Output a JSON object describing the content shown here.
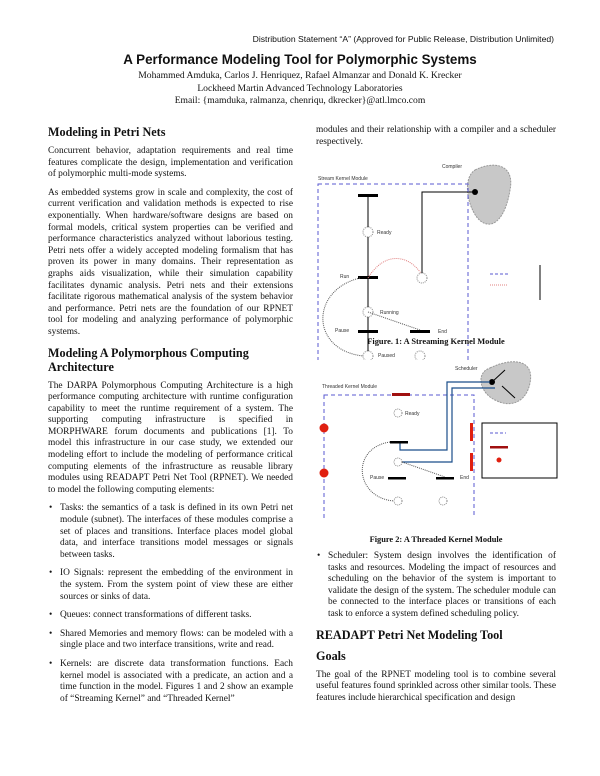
{
  "header": {
    "distribution": "Distribution Statement “A” (Approved for Public Release, Distribution Unlimited)",
    "title": "A Performance Modeling Tool for Polymorphic Systems",
    "authors": "Mohammed Amduka, Carlos J. Henriquez, Rafael Almanzar and Donald K. Krecker",
    "affiliation": "Lockheed Martin Advanced Technology Laboratories",
    "email": "Email: {mamduka, ralmanza, chenriqu, dkrecker}@atl.lmco.com"
  },
  "left": {
    "h1": "Modeling in Petri Nets",
    "p1": "Concurrent behavior, adaptation requirements and real time features complicate the design, implementation and verification of polymorphic multi-mode systems.",
    "p2": "As embedded systems grow in scale and complexity, the cost of current verification and validation methods is expected to rise exponentially. When hardware/software designs are based on formal models, critical system properties can be verified and performance characteristics analyzed without laborious testing. Petri nets offer a widely accepted modeling formalism that has proven its power in many domains. Their representation as graphs aids visualization, while their simulation capability facilitates dynamic analysis. Petri nets and their extensions facilitate rigorous mathematical analysis of the system behavior and performance. Petri nets are the foundation of our RPNET tool for modeling and analyzing performance of polymorphic systems.",
    "h2": "Modeling A Polymorphous Computing Architecture",
    "p3": "The DARPA Polymorphous Computing Architecture is a high performance computing architecture with runtime configuration capability to meet the runtime requirement of a system. The supporting computing infrastructure is specified in MORPHWARE forum documents and publications [1]. To model this infrastructure in our case study, we extended our modeling effort to include the modeling of performance critical computing elements of the infrastructure as reusable library modules using READAPT Petri Net Tool (RPNET). We needed to model the following computing elements:",
    "bullets": [
      "Tasks: the semantics of a task is defined in its own Petri net module (subnet). The interfaces of these modules comprise a set of places and transitions. Interface places model global data, and interface transitions model messages or signals between tasks.",
      "IO Signals: represent the embedding of the environment in the system. From the system point of view these are either sources or sinks of data.",
      "Queues: connect transformations of different tasks.",
      "Shared Memories and memory flows: can be modeled with a single place and two interface transitions, write and read.",
      "Kernels: are discrete data transformation functions. Each kernel model is associated with a predicate, an action and a time function in the model. Figures 1 and 2 show an example of “Streaming Kernel” and “Threaded Kernel”"
    ]
  },
  "right": {
    "p_cont": "modules and their relationship with a compiler and a scheduler respectively.",
    "fig1": {
      "caption": "Figure. 1: A Streaming Kernel Module",
      "compiler": "Compiler",
      "module": "Stream Kernel Module",
      "ready": "Ready",
      "run": "Run",
      "running": "Running",
      "pause": "Pause",
      "end": "End",
      "paused": "Paused"
    },
    "fig2": {
      "caption": "Figure 2: A Threaded Kernel Module",
      "scheduler": "Scheduler",
      "module": "Threaded Kernel Module",
      "ready": "Ready",
      "pause": "Pause",
      "end": "End"
    },
    "bullet": "Scheduler: System design involves the identification of tasks and resources. Modeling the impact of resources and scheduling on the behavior of the system is important to validate the design of the system. The scheduler module can be connected to the interface places or transitions of each task to enforce a system defined scheduling policy.",
    "h3": "READAPT Petri Net Modeling Tool",
    "h4": "Goals",
    "p_goals": "The goal of the RPNET modeling tool is to combine several useful features found sprinkled across other similar tools. These features include hierarchical specification and design"
  },
  "colors": {
    "dash_blue": "#5a5ad0",
    "red": "#e02010",
    "dark_red": "#a01010",
    "gray_blob": "#c8c8c8",
    "wire_blue": "#1a4e8a"
  }
}
